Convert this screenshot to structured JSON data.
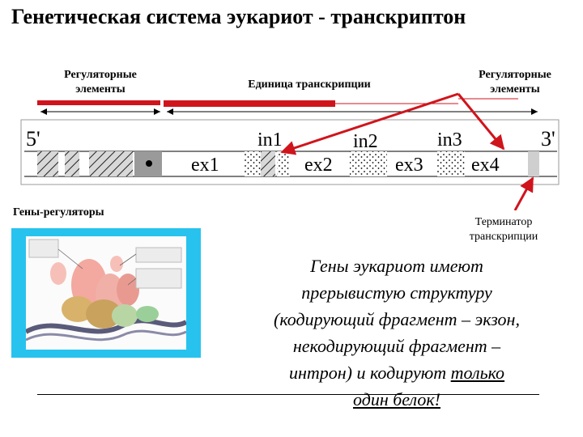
{
  "title": "Генетическая система эукариот - транскриптон",
  "labels": {
    "regulatory_left": "Регуляторные элементы",
    "transcription_unit": "Единица транскрипции",
    "regulatory_right": "Регуляторные элементы",
    "regulator_genes": "Гены-регуляторы",
    "terminator": "Терминатор транскрипции"
  },
  "gene_map": {
    "end_5": "5'",
    "end_3": "3'",
    "exons": [
      "ex1",
      "ex2",
      "ex3",
      "ex4"
    ],
    "introns": [
      "in1",
      "in2",
      "in3"
    ]
  },
  "paragraph": {
    "line1": "Гены эукариот имеют",
    "line2": "прерывистую структуру",
    "line3": "(кодирующий фрагмент – экзон,",
    "line4": "некодирующий фрагмент –",
    "line5_a": "интрон) и кодируют ",
    "line5_b": "только",
    "line6": "один белок!"
  },
  "colors": {
    "accent_red": "#d0141c",
    "thumb_border": "#27c3ee"
  }
}
